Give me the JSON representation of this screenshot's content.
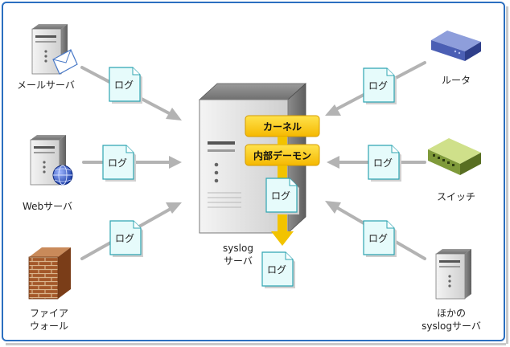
{
  "sources": {
    "mail": "メールサーバ",
    "web": "Webサーバ",
    "firewall_line1": "ファイア",
    "firewall_line2": "ウォール",
    "router": "ルータ",
    "switch": "スイッチ",
    "other_line1": "ほかの",
    "other_line2": "syslogサーバ"
  },
  "log_label": "ログ",
  "center": {
    "kernel": "カーネル",
    "daemon": "内部デーモン",
    "server_line1": "syslog",
    "server_line2": "サーバ"
  },
  "colors": {
    "frame": "#2b6fc0",
    "arrow": "#b3b3b3",
    "doc_fill": "#e6fbfb",
    "doc_stroke": "#2fa5b2",
    "box_fill": "#ffd21a",
    "flow_arrow": "#f2c300"
  }
}
